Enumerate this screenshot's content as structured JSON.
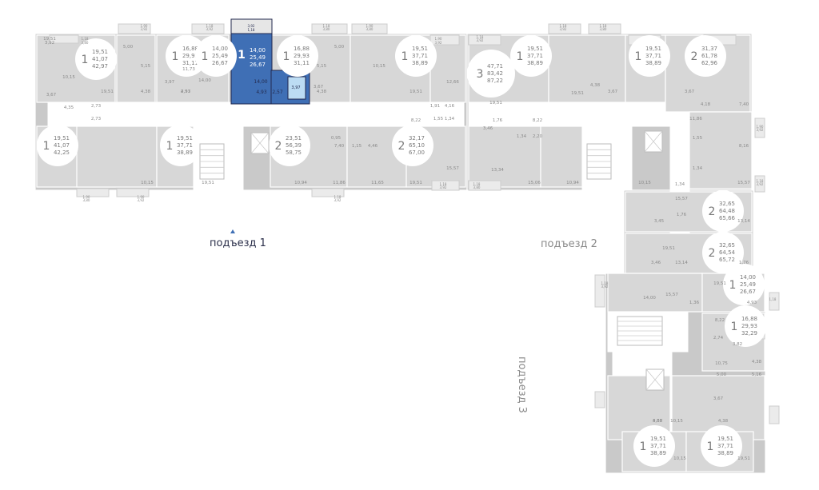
{
  "colors": {
    "apartment_fill": "#d7d7d7",
    "outer_wall": "#c9c9c9",
    "corridor_fill": "#ffffff",
    "badge_fill": "#ffffff",
    "badge_text": "#7a7a7a",
    "room_text": "#8a8a8a",
    "selected_fill": "#3f6fb5",
    "selected_dark": "#232a4e",
    "selected_text": "#ffffff",
    "bath_fill": "#bcdcf3"
  },
  "entrances": [
    {
      "label": "подъезд 1",
      "active": true
    },
    {
      "label": "подъезд 2",
      "active": false
    },
    {
      "label": "подъезд 3",
      "active": false
    }
  ],
  "selected_apartment": {
    "rooms": "1",
    "living_area": "14,00",
    "total_area": "25,49",
    "full_area": "26,67",
    "room_areas": [
      "14,00",
      "4,93",
      "2,57",
      "3,97"
    ],
    "balcony_area": [
      "3,92",
      "1,18"
    ]
  },
  "apartments": [
    {
      "id": "a1",
      "rooms": "1",
      "values": [
        "19,51",
        "41,07",
        "42,97"
      ]
    },
    {
      "id": "a2",
      "rooms": "1",
      "values": [
        "16,88",
        "29,93",
        "31,11"
      ]
    },
    {
      "id": "a3",
      "rooms": "1",
      "values": [
        "14,00",
        "25,49",
        "26,67"
      ]
    },
    {
      "id": "a5",
      "rooms": "1",
      "values": [
        "16,88",
        "29,93",
        "31,11"
      ]
    },
    {
      "id": "a6",
      "rooms": "1",
      "values": [
        "19,51",
        "37,71",
        "38,89"
      ]
    },
    {
      "id": "a7",
      "rooms": "1",
      "values": [
        "19,51",
        "41,07",
        "42,25"
      ]
    },
    {
      "id": "a8",
      "rooms": "1",
      "values": [
        "19,51",
        "37,71",
        "38,89"
      ]
    },
    {
      "id": "a9",
      "rooms": "2",
      "values": [
        "23,51",
        "56,39",
        "58,75"
      ]
    },
    {
      "id": "a10",
      "rooms": "2",
      "values": [
        "32,17",
        "65,10",
        "67,00"
      ]
    },
    {
      "id": "a11",
      "rooms": "3",
      "values": [
        "47,71",
        "83,42",
        "87,22"
      ]
    },
    {
      "id": "a12",
      "rooms": "1",
      "values": [
        "19,51",
        "37,71",
        "38,89"
      ]
    },
    {
      "id": "a13",
      "rooms": "1",
      "values": [
        "19,51",
        "37,71",
        "38,89"
      ]
    },
    {
      "id": "a14",
      "rooms": "2",
      "values": [
        "31,37",
        "61,78",
        "62,96"
      ]
    },
    {
      "id": "a15",
      "rooms": "2",
      "values": [
        "32,65",
        "64,48",
        "65,66"
      ]
    },
    {
      "id": "a16",
      "rooms": "2",
      "values": [
        "32,65",
        "64,54",
        "65,72"
      ]
    },
    {
      "id": "a17",
      "rooms": "1",
      "values": [
        "14,00",
        "25,49",
        "26,67"
      ]
    },
    {
      "id": "a18",
      "rooms": "1",
      "values": [
        "16,88",
        "29,93",
        "32,29"
      ]
    },
    {
      "id": "a19",
      "rooms": "1",
      "values": [
        "19,51",
        "37,71",
        "38,89"
      ]
    },
    {
      "id": "a20",
      "rooms": "1",
      "values": [
        "19,51",
        "37,71",
        "38,89"
      ]
    }
  ],
  "room_labels": [
    "10,15",
    "4,35",
    "2,73",
    "3,67",
    "5,00",
    "5,15",
    "19,51",
    "4,38",
    "2,57",
    "3,97",
    "4,93",
    "11,73",
    "14,00",
    "5,15",
    "5,00",
    "3,67",
    "4,38",
    "10,15",
    "19,51",
    "12,66",
    "4,16",
    "1,91",
    "1,55",
    "1,34",
    "8,22",
    "2,73",
    "7,40",
    "1,15",
    "0,95",
    "4,46",
    "15,57",
    "10,15",
    "19,51",
    "10,94",
    "11,86",
    "11,65",
    "19,51",
    "19,51",
    "1,76",
    "3,46",
    "8,22",
    "2,20",
    "1,34",
    "13,34",
    "15,06",
    "10,94",
    "10,15",
    "19,51",
    "3,67",
    "4,38",
    "3,67",
    "4,18",
    "7,40",
    "11,86",
    "1,55",
    "1,34",
    "1,34",
    "8,16",
    "15,57",
    "15,57",
    "1,76",
    "3,45",
    "13,14",
    "19,51",
    "3,46",
    "13,14",
    "1,76",
    "19,51",
    "4,93",
    "14,00",
    "15,57",
    "1,36",
    "8,22",
    "2,74",
    "3,82",
    "10,75",
    "4,38",
    "5,16",
    "5,00",
    "3,67",
    "3,67",
    "10,15",
    "4,38",
    "4,38",
    "10,15",
    "19,51",
    "19,51",
    "3,92",
    "1,18",
    "3,80",
    "1,90",
    "3,92",
    "1,18",
    "3,92",
    "1,18",
    "3,80",
    "1,90",
    "3,80",
    "1,90",
    "3,92",
    "1,18",
    "3,92",
    "1,18",
    "3,80",
    "1,90",
    "3,80",
    "1,90",
    "3,92",
    "1,18",
    "3,92",
    "1,18",
    "3,92",
    "1,18",
    "3,92",
    "1,18",
    "3,80",
    "1,90",
    "3,92",
    "1,18",
    "3,92",
    "1,18",
    "3,92",
    "1,18"
  ]
}
